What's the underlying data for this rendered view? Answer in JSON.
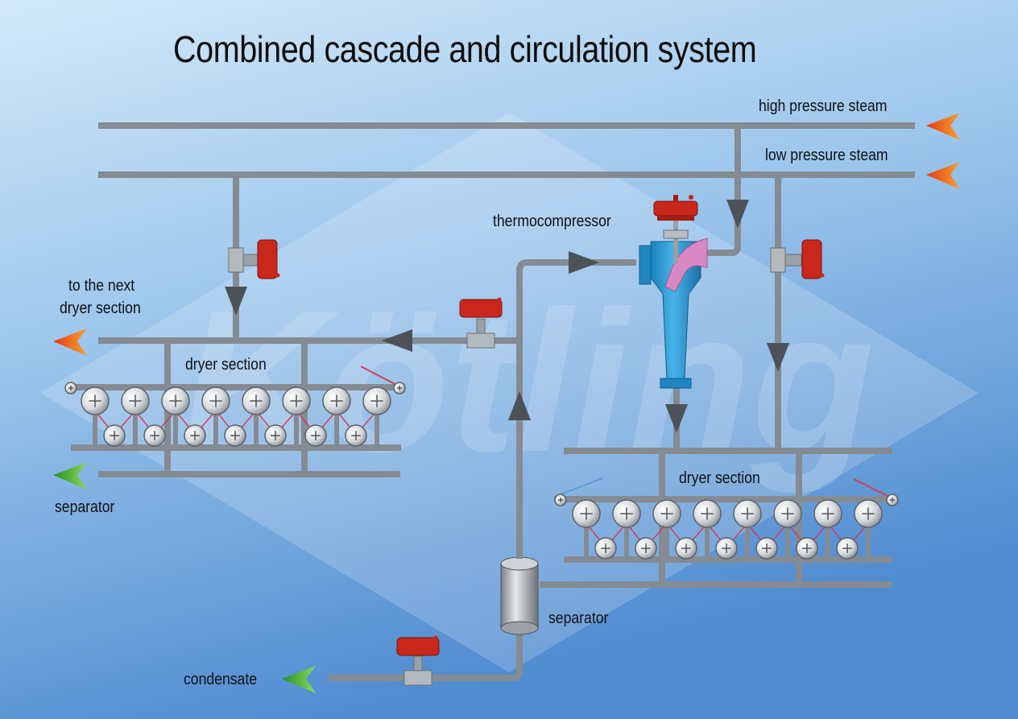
{
  "title": "Combined cascade and circulation system",
  "labels": {
    "high_pressure_steam": "high pressure steam",
    "low_pressure_steam": "low pressure steam",
    "thermocompressor": "thermocompressor",
    "to_next_line1": "to the next",
    "to_next_line2": "dryer section",
    "dryer_section_left": "dryer section",
    "dryer_section_right": "dryer section",
    "separator_left": "separator",
    "separator_center": "separator",
    "condensate": "condensate"
  },
  "watermark": "Kötling",
  "colors": {
    "background_top": "#cfe6f7",
    "background_bottom": "#5b95d4",
    "pipe": "#8a8f96",
    "valve_actuator": "#c9271b",
    "thermocompressor": "#2a9ad6",
    "nozzle": "#d889c4",
    "arrow_steam": "#f06a1c",
    "arrow_condensate": "#3aa93a",
    "felt_red": "#d43b5a",
    "felt_blue": "#5b9bd8"
  }
}
